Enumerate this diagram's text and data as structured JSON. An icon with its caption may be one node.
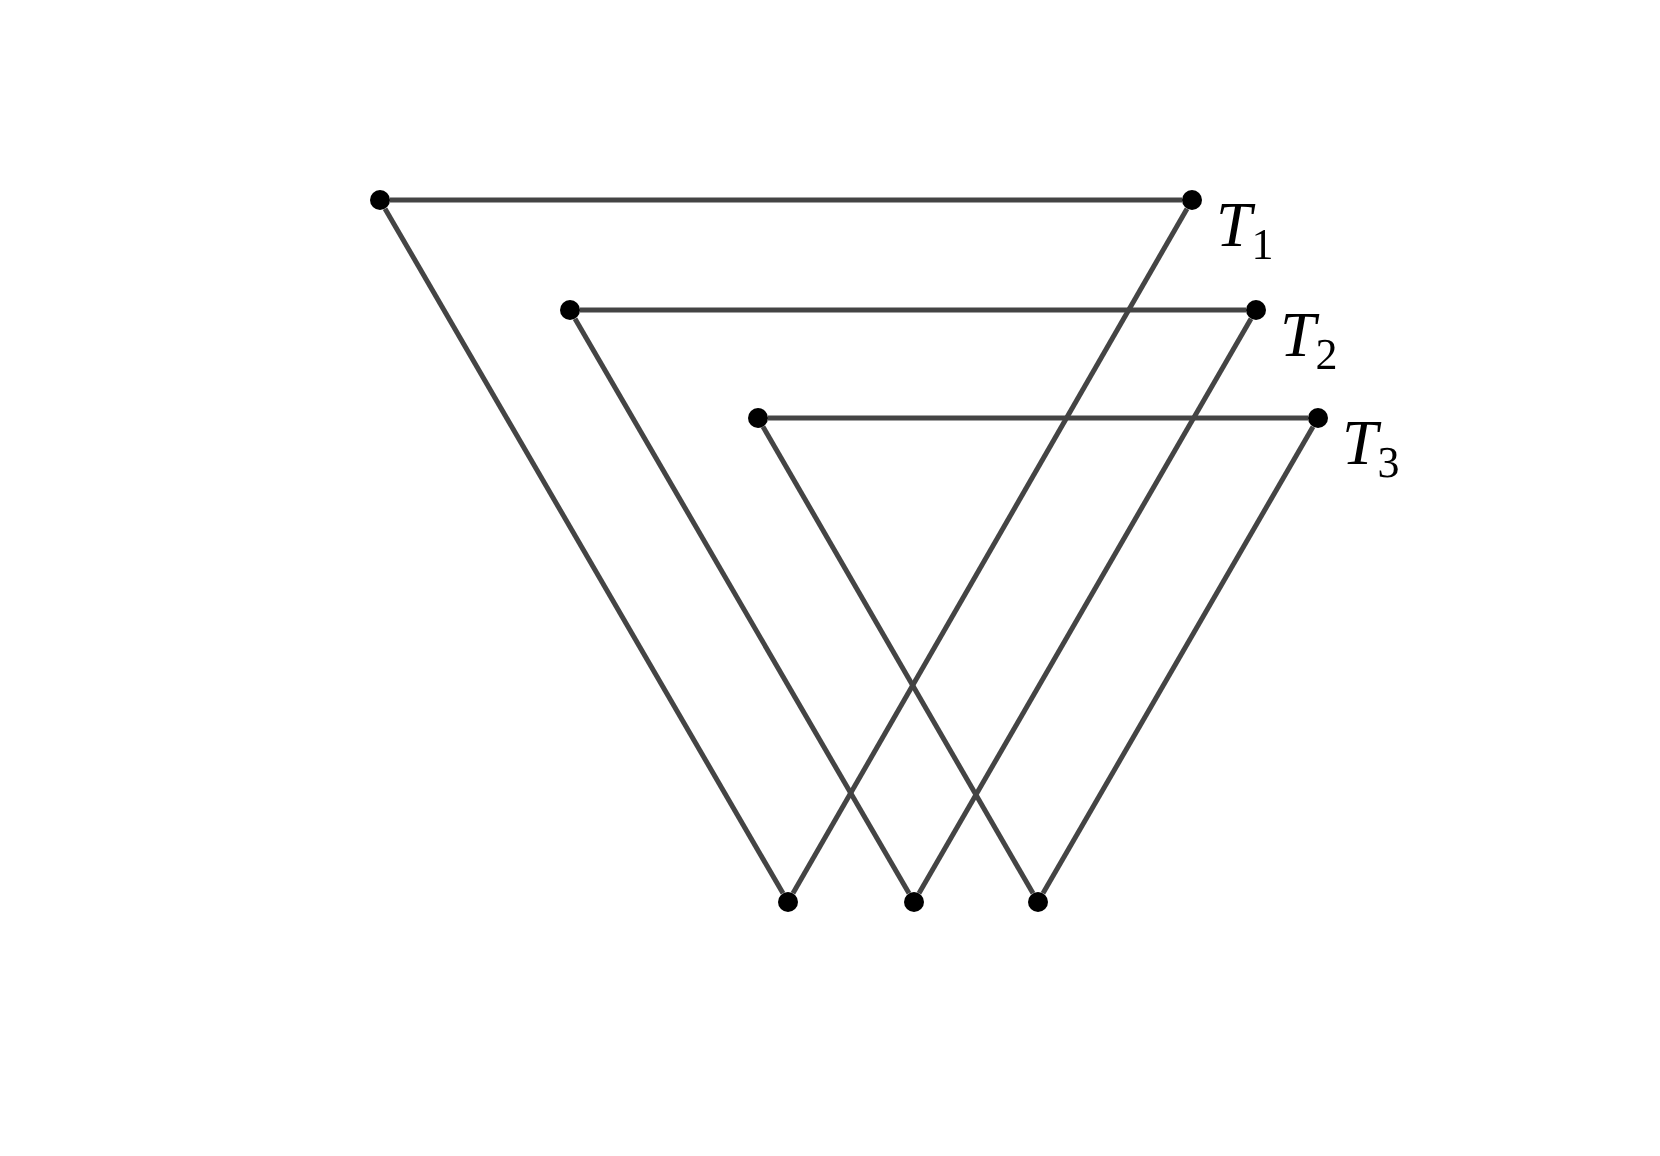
{
  "diagram": {
    "nodes": [
      {
        "text": [],
        "shape": "circle"
      },
      {
        "text": [],
        "shape": "circle",
        "beside": [
          "*T*$_{1}$"
        ]
      },
      {
        "text": [],
        "shape": "circle"
      },
      {
        "text": [],
        "shape": "circle",
        "beside": [
          "*T*$_{2}$"
        ]
      },
      {
        "text": [],
        "shape": "circle"
      },
      {
        "text": [],
        "shape": "circle",
        "beside": [
          "*T*$_{3}$"
        ]
      },
      {
        "text": [],
        "shape": "circle"
      },
      {
        "text": [],
        "shape": "circle"
      },
      {
        "text": [],
        "shape": "circle"
      }
    ],
    "edges": [
      {
        "from": 0,
        "to": 1,
        "arrow": "none"
      },
      {
        "from": 0,
        "to": 6,
        "arrow": "none"
      },
      {
        "from": 1,
        "to": 6,
        "arrow": "none"
      },
      {
        "from": 2,
        "to": 3,
        "arrow": "none"
      },
      {
        "from": 2,
        "to": 7,
        "arrow": "none"
      },
      {
        "from": 3,
        "to": 7,
        "arrow": "none"
      },
      {
        "from": 4,
        "to": 5,
        "arrow": "none"
      },
      {
        "from": 4,
        "to": 8,
        "arrow": "none"
      },
      {
        "from": 5,
        "to": 8,
        "arrow": "none"
      }
    ]
  }
}
